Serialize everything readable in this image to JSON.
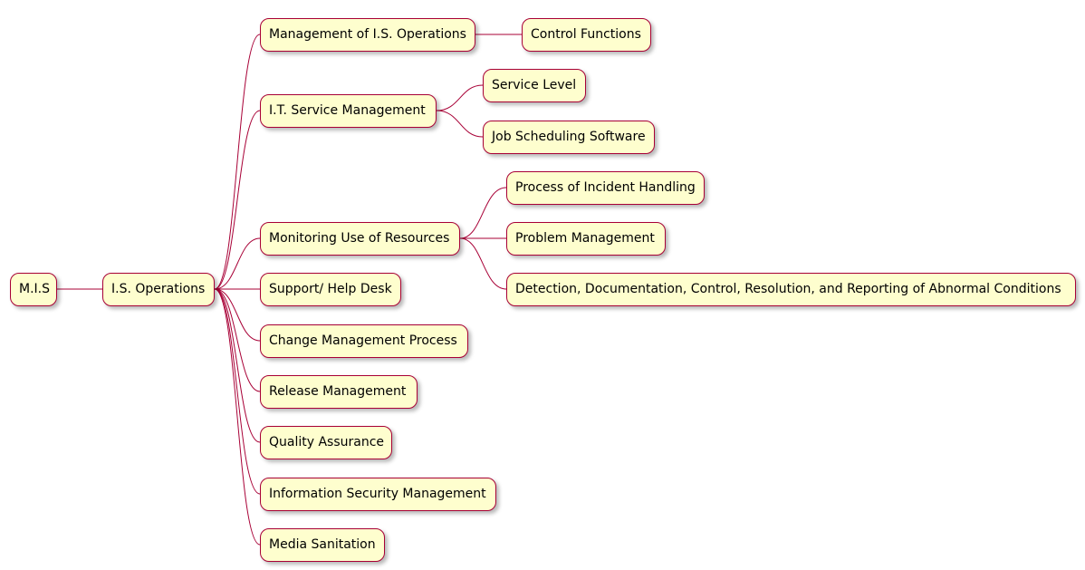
{
  "colors": {
    "node_fill": "#FEFECE",
    "node_border": "#A80036",
    "edge": "#A80036"
  },
  "mindmap": {
    "root": {
      "label": "M.I.S"
    },
    "level1": {
      "label": "I.S. Operations"
    },
    "branches": [
      {
        "label": "Management of I.S. Operations",
        "children": [
          "Control Functions"
        ]
      },
      {
        "label": "I.T. Service Management",
        "children": [
          "Service Level",
          "Job Scheduling Software"
        ]
      },
      {
        "label": "Monitoring Use of Resources",
        "children": [
          "Process of Incident Handling",
          "Problem Management",
          "Detection, Documentation, Control, Resolution, and Reporting of Abnormal Conditions"
        ]
      },
      {
        "label": "Support/ Help Desk",
        "children": []
      },
      {
        "label": "Change Management Process",
        "children": []
      },
      {
        "label": "Release Management",
        "children": []
      },
      {
        "label": "Quality Assurance",
        "children": []
      },
      {
        "label": "Information Security Management",
        "children": []
      },
      {
        "label": "Media Sanitation",
        "children": []
      }
    ]
  }
}
